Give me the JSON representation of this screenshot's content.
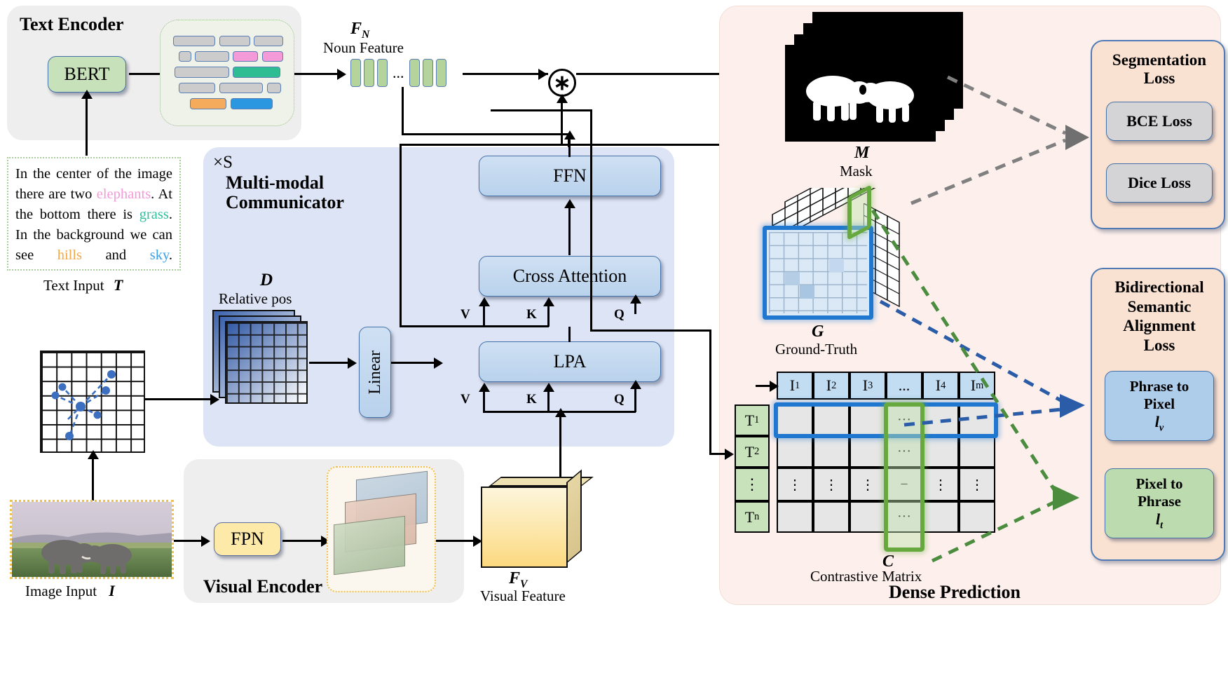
{
  "panels": {
    "text_encoder": "Text Encoder",
    "visual_encoder": "Visual Encoder",
    "multimodal": {
      "repeat": "×S",
      "line1": "Multi-modal",
      "line2": "Communicator"
    },
    "dense_prediction": "Dense Prediction"
  },
  "text_encoder": {
    "bert_label": "BERT",
    "text_input_caption": "Text Input",
    "text_input_symbol": "T",
    "sentence": {
      "part1": "In the center of the image there are two ",
      "noun1": "elephants",
      "part2": ". At the bottom there is ",
      "noun2": "grass",
      "part3": ". In the background we can see ",
      "noun3": "hills",
      "part4": " and ",
      "noun4": "sky",
      "part5": "."
    },
    "noun_colors": {
      "elephants": "#f49ad8",
      "grass": "#2fbf9a",
      "hills": "#f3a84a",
      "sky": "#39a0e8"
    }
  },
  "noun_feature": {
    "symbol": "F_N",
    "symbol_display": "F",
    "subscript": "N",
    "caption": "Noun Feature",
    "ellipsis": "..."
  },
  "operator": {
    "glyph": "∗",
    "name": "elementwise-multiply"
  },
  "communicator": {
    "relative_pos_symbol": "D",
    "relative_pos_caption": "Relative pos",
    "linear": "Linear",
    "lpa": "LPA",
    "cross_attention": "Cross Attention",
    "ffn": "FFN",
    "qkv": {
      "v": "V",
      "k": "K",
      "q": "Q"
    }
  },
  "visual_encoder": {
    "fpn": "FPN",
    "image_input_caption": "Image Input",
    "image_input_symbol": "I",
    "visual_feature_symbol": "F",
    "visual_feature_subscript": "V",
    "visual_feature_caption": "Visual Feature"
  },
  "dense_prediction": {
    "mask_symbol": "M",
    "mask_caption": "Mask",
    "ground_truth_symbol": "G",
    "ground_truth_caption": "Ground-Truth",
    "contrastive_symbol": "C",
    "contrastive_caption": "Contrastive Matrix",
    "matrix": {
      "col_headers": [
        "I1",
        "I2",
        "I3",
        "...",
        "I4",
        "Im"
      ],
      "col_headers_display": [
        {
          "base": "I",
          "sub": "1"
        },
        {
          "base": "I",
          "sub": "2"
        },
        {
          "base": "I",
          "sub": "3"
        },
        {
          "base": "...",
          "sub": ""
        },
        {
          "base": "I",
          "sub": "4"
        },
        {
          "base": "I",
          "sub": "m"
        }
      ],
      "row_headers_display": [
        {
          "base": "T",
          "sub": "1"
        },
        {
          "base": "T",
          "sub": "2"
        },
        {
          "base": "⋮",
          "sub": ""
        },
        {
          "base": "T",
          "sub": "n"
        }
      ]
    }
  },
  "losses": {
    "segmentation": {
      "title_line1": "Segmentation",
      "title_line2": "Loss",
      "items": [
        "BCE Loss",
        "Dice Loss"
      ]
    },
    "alignment": {
      "title_line1": "Bidirectional",
      "title_line2": "Semantic",
      "title_line3": "Alignment",
      "title_line4": "Loss",
      "phrase_to_pixel": {
        "line1": "Phrase to",
        "line2": "Pixel",
        "symbol": "l",
        "subscript": "v"
      },
      "pixel_to_phrase": {
        "line1": "Pixel to",
        "line2": "Phrase",
        "symbol": "l",
        "subscript": "t"
      }
    }
  },
  "colors": {
    "panel_gray": "#eeeeee",
    "panel_blue": "#dde4f5",
    "panel_pink": "#fdf0ec",
    "box_green": "#c7e2ba",
    "box_blue": "#c3d8ef",
    "box_yellow": "#fdeaa8",
    "loss_blue": "#aecdeb",
    "loss_green": "#bcdcb0",
    "arrow_gray": "#808080",
    "arrow_blue": "#2a5ca8",
    "arrow_green": "#4c8c3f"
  }
}
